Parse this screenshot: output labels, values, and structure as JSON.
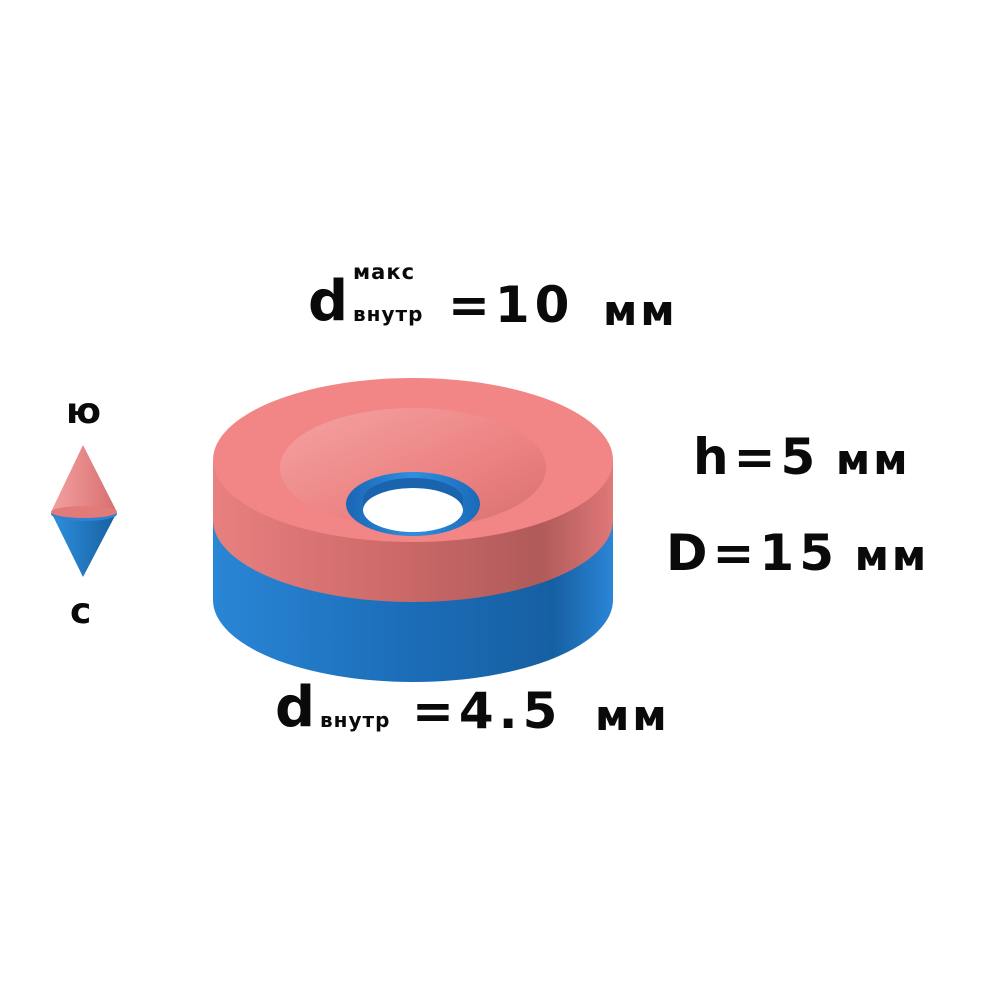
{
  "diagram": {
    "top_label": {
      "var": "d",
      "sup": "макс",
      "sub": "внутр",
      "value": "=10",
      "unit": "мм"
    },
    "bottom_label": {
      "var": "d",
      "sub": "внутр",
      "value": "=4.5",
      "unit": "мм"
    },
    "height_label": {
      "text": "h=5",
      "unit": "мм"
    },
    "diameter_label": {
      "text": "D=15",
      "unit": "мм"
    },
    "pole_north": "ю",
    "pole_south": "с"
  },
  "colors": {
    "south_pole_red": "#f08282",
    "north_pole_blue": "#1f78c8",
    "text": "#0a0a0a"
  }
}
